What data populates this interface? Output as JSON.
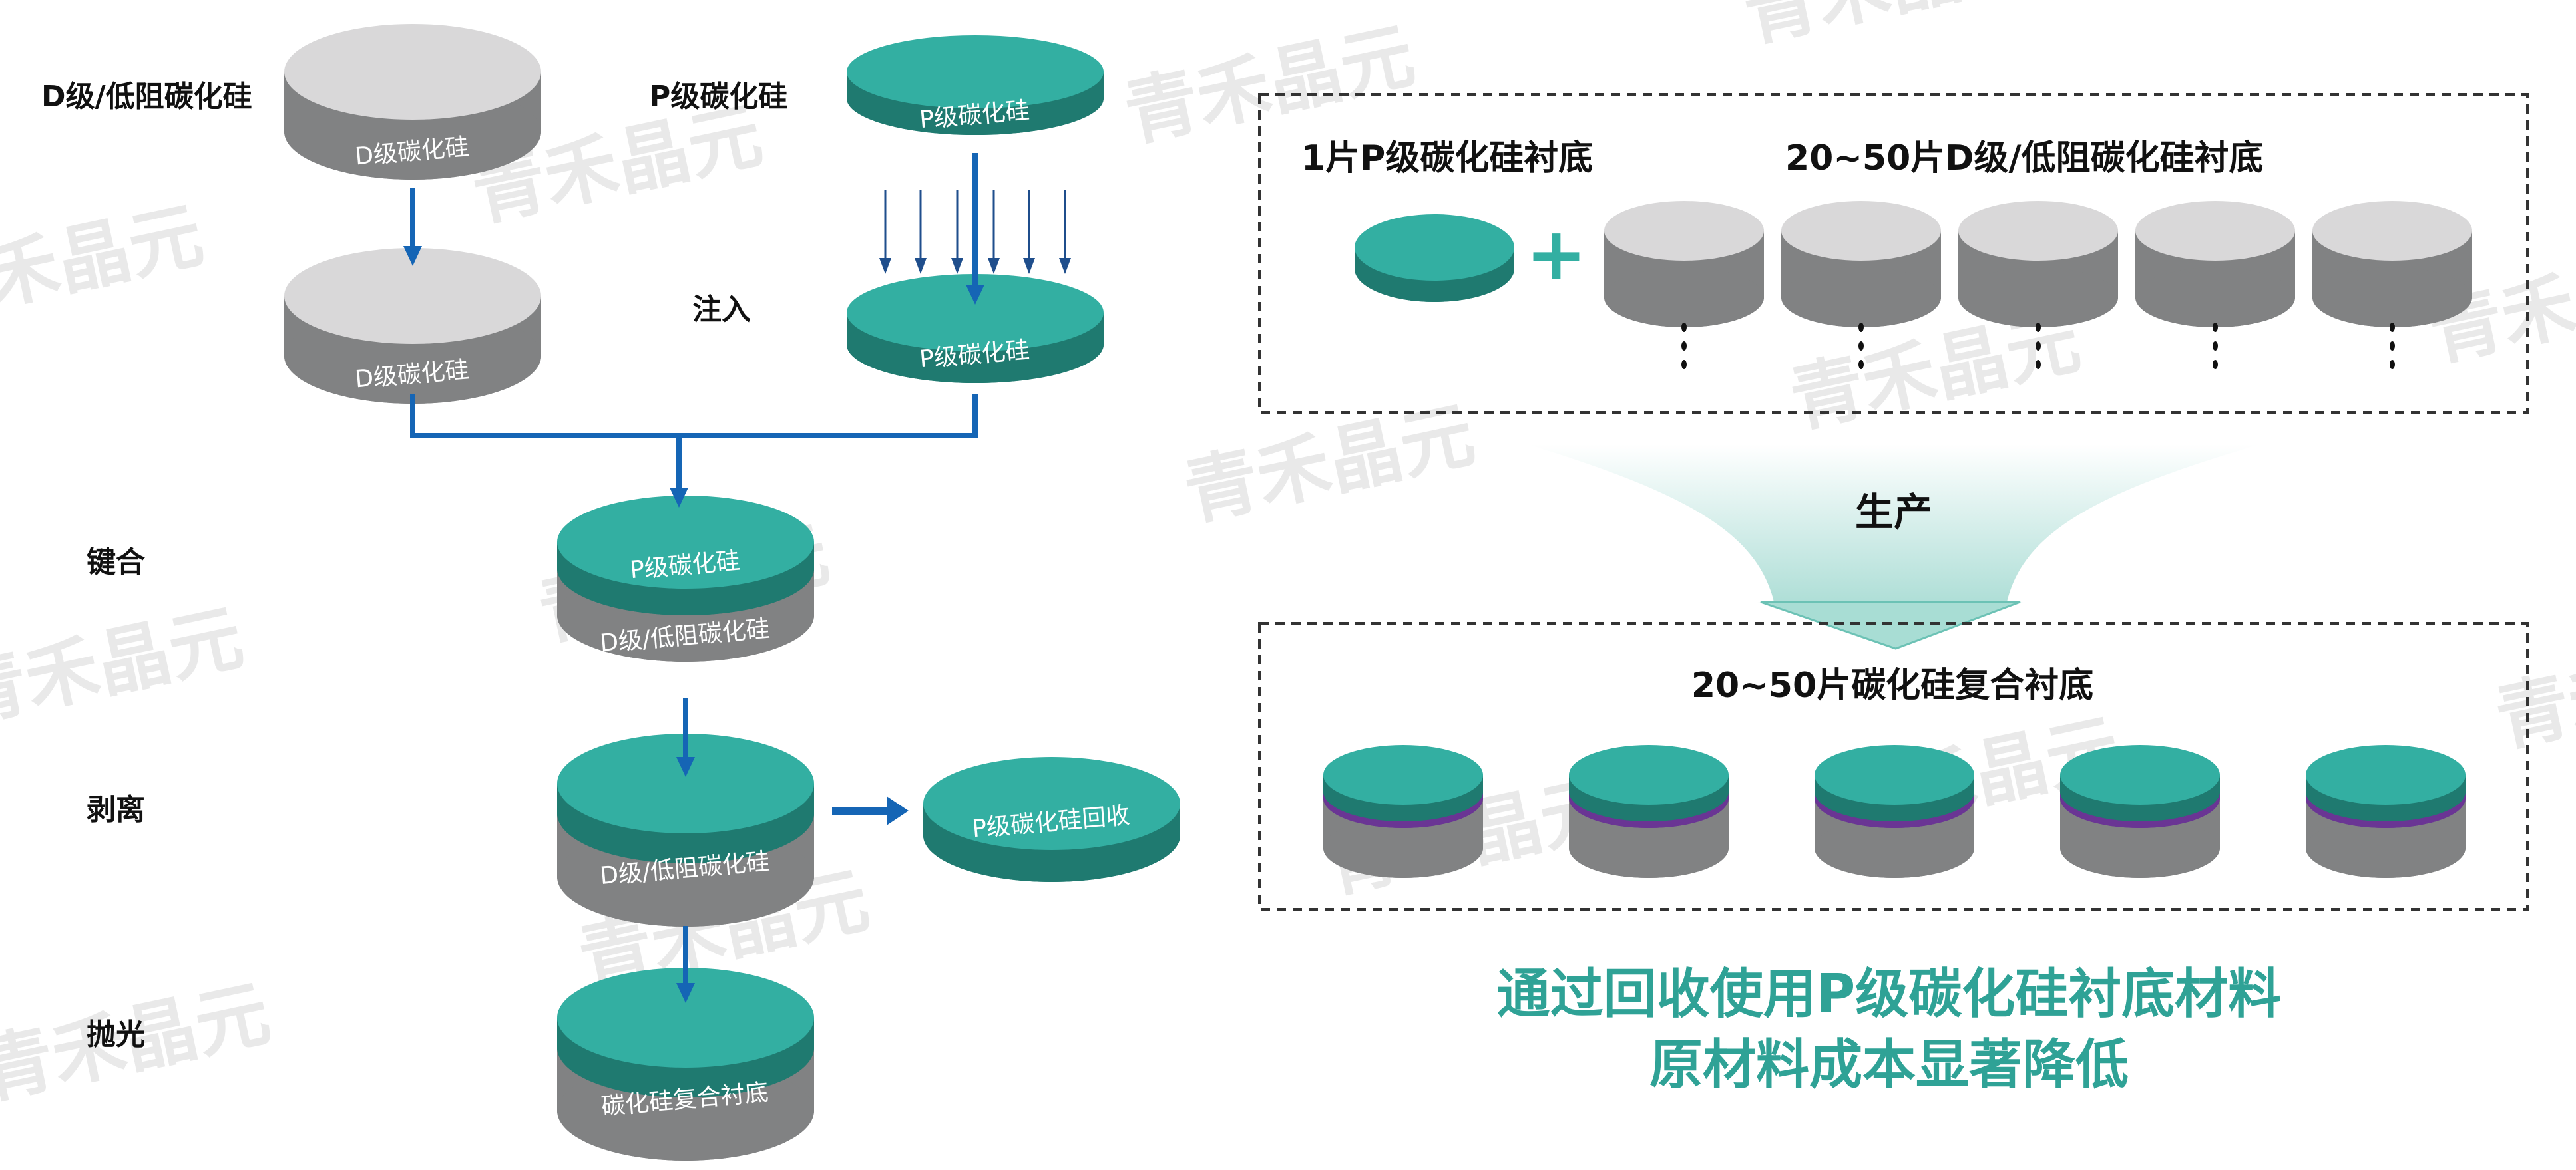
{
  "watermark": "青禾晶元",
  "colors": {
    "teal_top": "#33afa2",
    "teal_side": "#1f7a70",
    "gray_top": "#d9d8d9",
    "gray_side": "#818283",
    "purple_layer": "#6a3594",
    "arrow_blue": "#1565b5",
    "arrow_navy": "#1f4e8c",
    "conclusion_text": "#2fa296",
    "dashed_border": "#333333"
  },
  "left_flow": {
    "row_labels": {
      "d_grade": "D级/低阻碳化硅",
      "p_grade": "P级碳化硅",
      "implant": "注入",
      "bond": "键合",
      "peel": "剥离",
      "polish": "抛光"
    },
    "wafers": {
      "d_top": "D级碳化硅",
      "d_second": "D级碳化硅",
      "p_top": "P级碳化硅",
      "p_implanted": "P级碳化硅",
      "bonded_top": "P级碳化硅",
      "bonded_bottom": "D级/低阻碳化硅",
      "peeled_bottom": "D级/低阻碳化硅",
      "recycled": "P级碳化硅回收",
      "final": "碳化硅复合衬底"
    }
  },
  "right_panel": {
    "input_box": {
      "p_label": "1片P级碳化硅衬底",
      "d_label": "20~50片D级/低阻碳化硅衬底",
      "plus": "+",
      "d_wafer_count_shown": 5,
      "ellipsis": "⋮"
    },
    "production_arrow": "生产",
    "output_box": {
      "label": "20~50片碳化硅复合衬底",
      "composite_count_shown": 5
    },
    "conclusion": {
      "line1": "通过回收使用P级碳化硅衬底材料",
      "line2": "原材料成本显著降低"
    }
  }
}
